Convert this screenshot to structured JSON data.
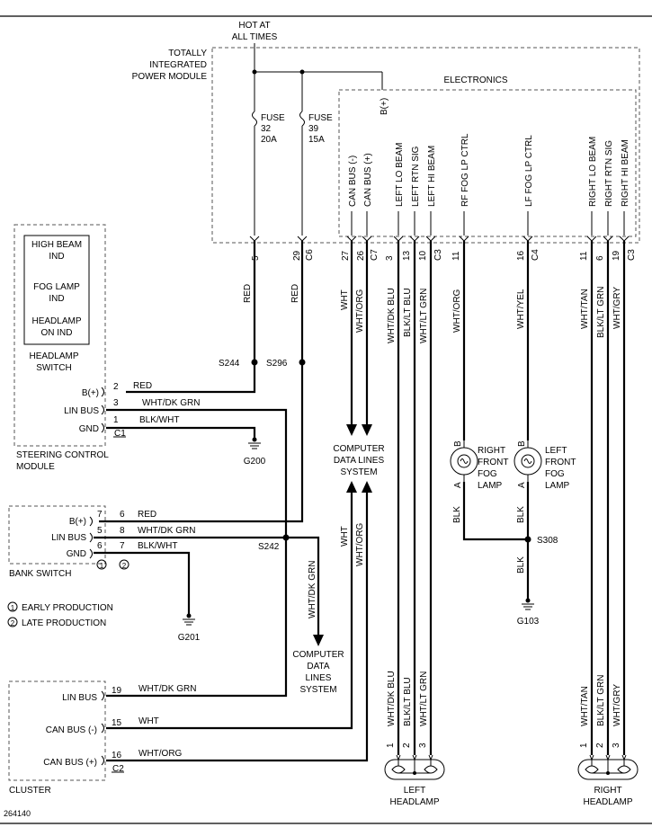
{
  "header": {
    "hot_line1": "HOT AT",
    "hot_line2": "ALL TIMES",
    "tipm_line1": "TOTALLY",
    "tipm_line2": "INTEGRATED",
    "tipm_line3": "POWER MODULE",
    "electronics": "ELECTRONICS",
    "b_plus": "B(+)"
  },
  "fuses": [
    {
      "label": "FUSE",
      "number": "32",
      "rating": "20A"
    },
    {
      "label": "FUSE",
      "number": "39",
      "rating": "15A"
    }
  ],
  "tipm_signals": [
    "CAN BUS (-)",
    "CAN BUS (+)",
    "LEFT LO BEAM",
    "LEFT RTN SIG",
    "LEFT HI BEAM",
    "RF FOG LP CTRL",
    "LF FOG LP CTRL",
    "RIGHT LO BEAM",
    "RIGHT RTN SIG",
    "RIGHT HI BEAM"
  ],
  "tipm_pins": [
    {
      "pin": "5",
      "conn": ""
    },
    {
      "pin": "29",
      "conn": "C6"
    },
    {
      "pin": "27",
      "conn": ""
    },
    {
      "pin": "26",
      "conn": "C7"
    },
    {
      "pin": "3",
      "conn": ""
    },
    {
      "pin": "13",
      "conn": ""
    },
    {
      "pin": "10",
      "conn": "C3"
    },
    {
      "pin": "11",
      "conn": ""
    },
    {
      "pin": "16",
      "conn": "C4"
    },
    {
      "pin": "11",
      "conn": ""
    },
    {
      "pin": "6",
      "conn": ""
    },
    {
      "pin": "19",
      "conn": "C3"
    }
  ],
  "wire_colors": {
    "red": "RED",
    "wht": "WHT",
    "wht_org": "WHT/ORG",
    "wht_dk_blu": "WHT/DK BLU",
    "blk_lt_blu": "BLK/LT BLU",
    "wht_lt_grn": "WHT/LT GRN",
    "wht_yel": "WHT/YEL",
    "wht_tan": "WHT/TAN",
    "blk_lt_grn": "BLK/LT GRN",
    "wht_gry": "WHT/GRY",
    "wht_dk_grn": "WHT/DK GRN",
    "blk_wht": "BLK/WHT",
    "blk": "BLK"
  },
  "splices": {
    "s244": "S244",
    "s296": "S296",
    "s242": "S242",
    "s308": "S308"
  },
  "grounds": {
    "g200": "G200",
    "g201": "G201",
    "g103": "G103"
  },
  "steering_module": {
    "ind1_l1": "HIGH BEAM",
    "ind1_l2": "IND",
    "ind2_l1": "FOG LAMP",
    "ind2_l2": "IND",
    "ind3_l1": "HEADLAMP",
    "ind3_l2": "ON IND",
    "switch_l1": "HEADLAMP",
    "switch_l2": "SWITCH",
    "pin_b": "B(+)",
    "pin_lin": "LIN BUS",
    "pin_gnd": "GND",
    "num_b": "2",
    "num_lin": "3",
    "num_gnd": "1",
    "conn": "C1",
    "name_l1": "STEERING CONTROL",
    "name_l2": "MODULE"
  },
  "bank_switch": {
    "pin_b": "B(+)",
    "pin_lin": "LIN BUS",
    "pin_gnd": "GND",
    "a_b": "7",
    "b_b": "6",
    "a_lin": "5",
    "b_lin": "8",
    "a_gnd": "6",
    "b_gnd": "7",
    "circ1": "1",
    "circ2": "2",
    "name": "BANK SWITCH"
  },
  "legend": {
    "item1": "EARLY PRODUCTION",
    "item2": "LATE PRODUCTION",
    "num1": "1",
    "num2": "2"
  },
  "cdl": {
    "top_l1": "COMPUTER",
    "top_l2": "DATA LINES",
    "top_l3": "SYSTEM",
    "bot_l1": "COMPUTER",
    "bot_l2": "DATA",
    "bot_l3": "LINES",
    "bot_l4": "SYSTEM"
  },
  "fog_lamps": {
    "right_l1": "RIGHT",
    "right_l2": "FRONT",
    "right_l3": "FOG",
    "right_l4": "LAMP",
    "left_l1": "LEFT",
    "left_l2": "FRONT",
    "left_l3": "FOG",
    "left_l4": "LAMP",
    "pin_b": "B",
    "pin_a": "A"
  },
  "cluster": {
    "pin_lin": "LIN BUS",
    "pin_canm": "CAN BUS (-)",
    "pin_canp": "CAN BUS (+)",
    "num_lin": "19",
    "num_canm": "15",
    "num_canp": "16",
    "conn": "C2",
    "name": "CLUSTER"
  },
  "headlamps": {
    "left_l1": "LEFT",
    "left_l2": "HEADLAMP",
    "right_l1": "RIGHT",
    "right_l2": "HEADLAMP",
    "p1": "1",
    "p2": "2",
    "p3": "3"
  },
  "figure_id": "264140"
}
